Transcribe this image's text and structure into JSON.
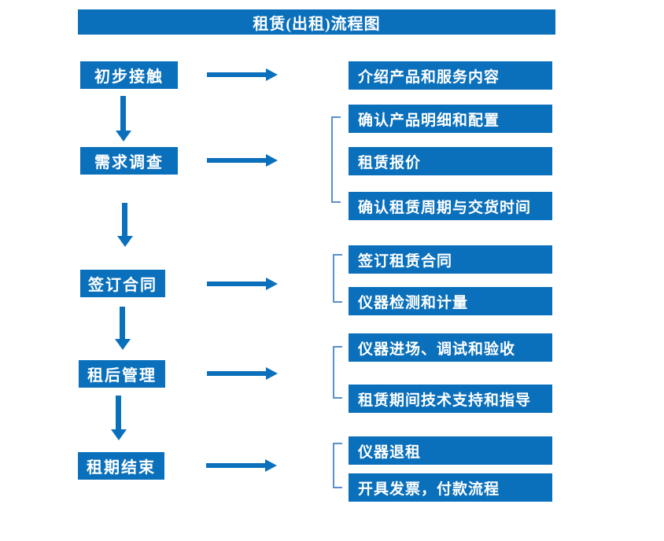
{
  "title": "租赁(出租)流程图",
  "colors": {
    "primary_blue": "#0B70BC",
    "bracket_blue": "#5B8FC9",
    "text_white": "#ffffff",
    "background": "#ffffff"
  },
  "stages": [
    {
      "label": "初步接触",
      "details": [
        "介绍产品和服务内容"
      ]
    },
    {
      "label": "需求调查",
      "details": [
        "确认产品明细和配置",
        "租赁报价",
        "确认租赁周期与交货时间"
      ]
    },
    {
      "label": "签订合同",
      "details": [
        "签订租赁合同",
        "仪器检测和计量"
      ]
    },
    {
      "label": "租后管理",
      "details": [
        "仪器进场、调试和验收",
        "租赁期间技术支持和指导"
      ]
    },
    {
      "label": "租期结束",
      "details": [
        "仪器退租",
        "开具发票，付款流程"
      ]
    }
  ]
}
